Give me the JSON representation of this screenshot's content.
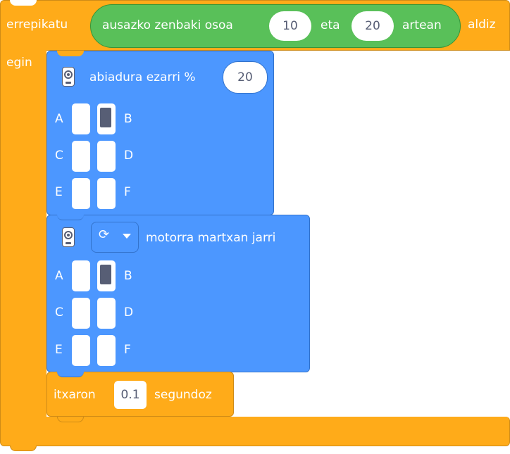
{
  "repeat": {
    "prefix": "errepikatu",
    "suffix": "aldiz",
    "do_label": "egin",
    "random": {
      "label": "ausazko zenbaki osoa",
      "min": "10",
      "joiner": "eta",
      "max": "20",
      "between": "artean"
    }
  },
  "speed_block": {
    "label": "abiadura ezarri %",
    "value": "20",
    "ports": [
      {
        "left": "A",
        "right": "B",
        "left_filled": false,
        "right_filled": true
      },
      {
        "left": "C",
        "right": "D",
        "left_filled": false,
        "right_filled": false
      },
      {
        "left": "E",
        "right": "F",
        "left_filled": false,
        "right_filled": false
      }
    ]
  },
  "motor_block": {
    "direction_icon": "clockwise-icon",
    "label": "motorra martxan jarri",
    "ports": [
      {
        "left": "A",
        "right": "B",
        "left_filled": false,
        "right_filled": true
      },
      {
        "left": "C",
        "right": "D",
        "left_filled": false,
        "right_filled": false
      },
      {
        "left": "E",
        "right": "F",
        "left_filled": false,
        "right_filled": false
      }
    ]
  },
  "wait_block": {
    "prefix": "itxaron",
    "value": "0.1",
    "suffix": "segundoz"
  },
  "colors": {
    "control": "#ffab19",
    "operator": "#59c059",
    "motor": "#4c97ff",
    "port_fill": "#575e75"
  }
}
